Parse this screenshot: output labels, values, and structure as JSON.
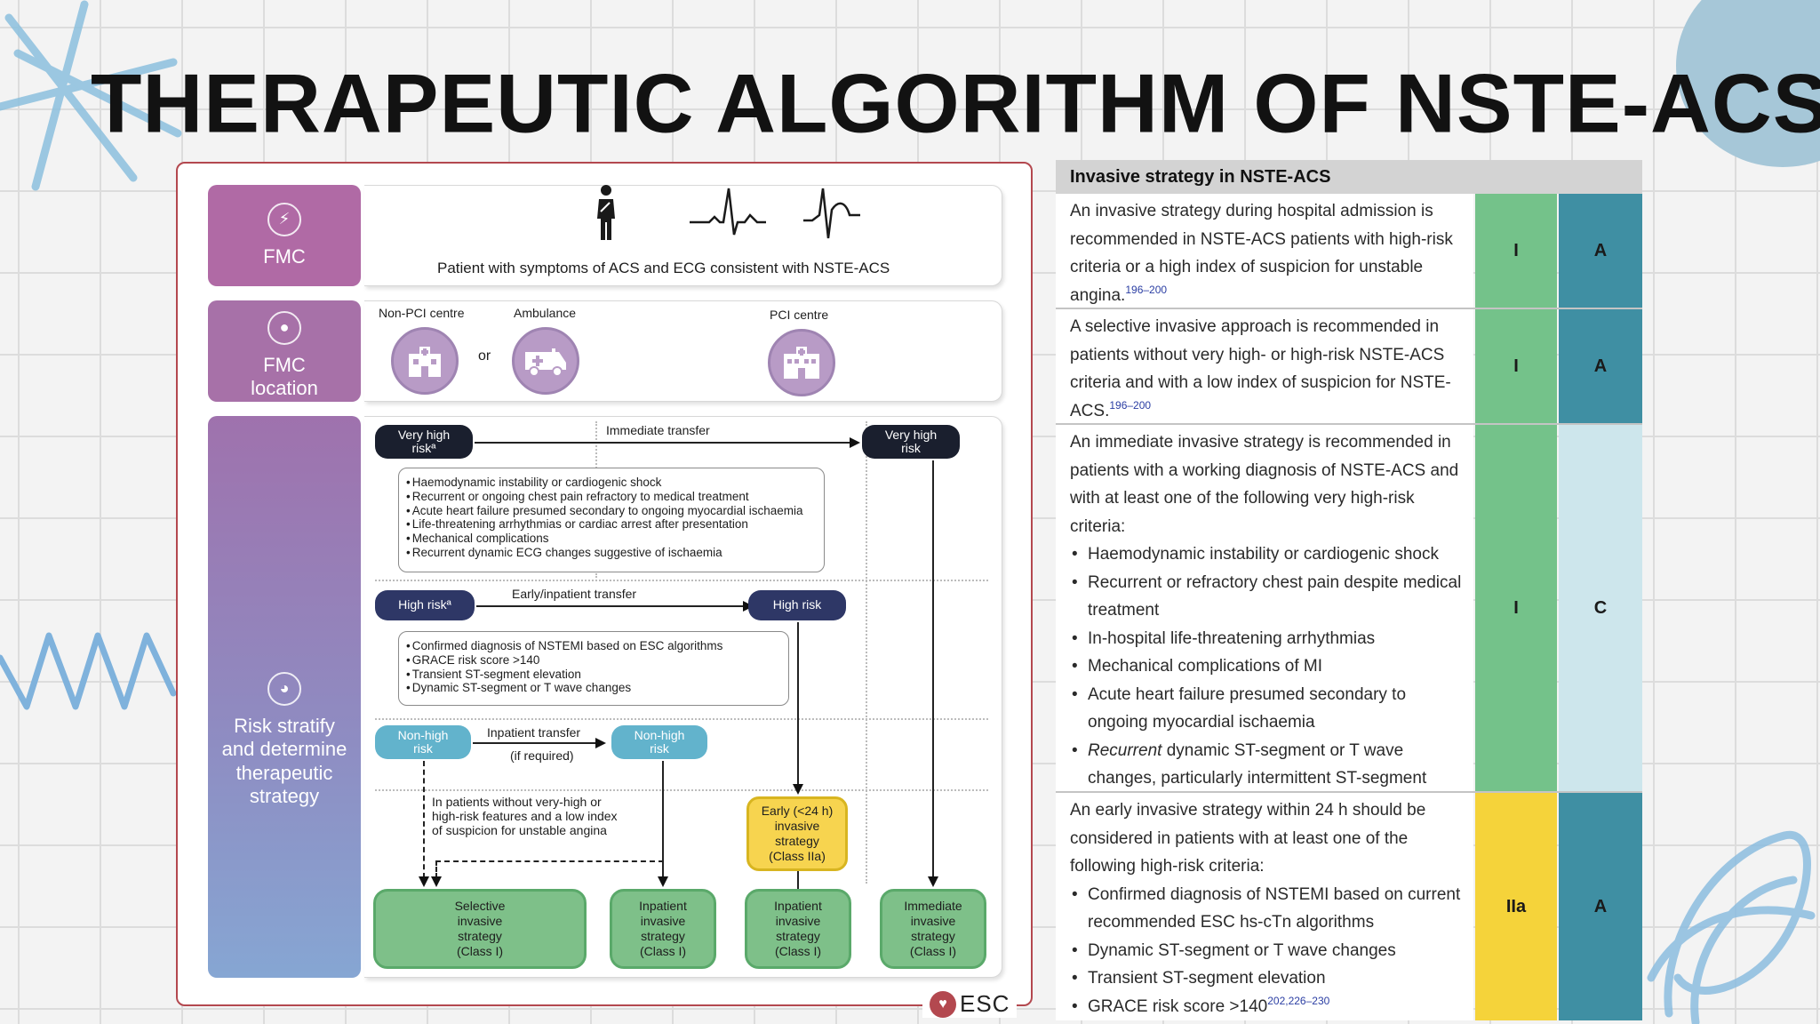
{
  "slide": {
    "title": "THERAPEUTIC ALGORITHM OF NSTE-ACS",
    "title_superscript": "6",
    "accent_colors": {
      "blue_decor": "#a6c7d8",
      "panel_border": "#b3484f"
    }
  },
  "flowchart": {
    "rows": {
      "fmc": {
        "label": "FMC",
        "icon": "lightning-icon"
      },
      "fmc_location": {
        "label_line1": "FMC",
        "label_line2": "location",
        "icon": "location-pin-icon"
      },
      "risk": {
        "label_line1": "Risk stratify",
        "label_line2": "and determine",
        "label_line3": "therapeutic",
        "label_line4": "strategy",
        "icon": "gauge-icon"
      }
    },
    "patient_text": "Patient with symptoms of ACS and ECG consistent with NSTE-ACS",
    "venues": {
      "non_pci": "Non-PCI centre",
      "ambulance": "Ambulance",
      "or": "or",
      "pci": "PCI centre"
    },
    "very_high": {
      "left_line1": "Very high",
      "left_line2": "riskª",
      "transfer": "Immediate transfer",
      "right_line1": "Very high",
      "right_line2": "risk",
      "criteria": [
        "Haemodynamic instability or cardiogenic shock",
        "Recurrent or ongoing chest pain refractory to medical treatment",
        "Acute heart failure presumed secondary to ongoing myocardial ischaemia",
        "Life-threatening arrhythmias or cardiac arrest after presentation",
        "Mechanical complications",
        "Recurrent dynamic ECG changes suggestive of ischaemia"
      ]
    },
    "high": {
      "left": "High riskª",
      "transfer": "Early/inpatient transfer",
      "right": "High risk",
      "criteria": [
        "Confirmed diagnosis of NSTEMI based on ESC algorithms",
        "GRACE risk score >140",
        "Transient ST-segment elevation",
        "Dynamic ST-segment or T wave changes"
      ]
    },
    "non_high": {
      "left_line1": "Non-high",
      "left_line2": "risk",
      "transfer_line1": "Inpatient transfer",
      "transfer_line2": "(if required)",
      "right_line1": "Non-high",
      "right_line2": "risk",
      "note_line1": "In patients without very-high or",
      "note_line2": "high-risk features and a low index",
      "note_line3": "of suspicion for unstable angina"
    },
    "early_box": {
      "l1": "Early (<24 h)",
      "l2": "invasive",
      "l3": "strategy",
      "l4": "(Class IIa)"
    },
    "outcomes": [
      {
        "l1": "Selective",
        "l2": "invasive",
        "l3": "strategy",
        "l4": "(Class I)"
      },
      {
        "l1": "Inpatient",
        "l2": "invasive",
        "l3": "strategy",
        "l4": "(Class I)"
      },
      {
        "l1": "Inpatient",
        "l2": "invasive",
        "l3": "strategy",
        "l4": "(Class I)"
      },
      {
        "l1": "Immediate",
        "l2": "invasive",
        "l3": "strategy",
        "l4": "(Class I)"
      }
    ],
    "logo": "ESC"
  },
  "recommendations": {
    "header": "Invasive strategy in NSTE-ACS",
    "rows": [
      {
        "text": "An invasive strategy during hospital admission is recommended in NSTE-ACS patients with high-risk criteria or a high index of suspicion for unstable angina.",
        "ref": "196–200",
        "class": "I",
        "level": "A",
        "class_color": "#74c28a",
        "level_color": "#3f8fa3"
      },
      {
        "text": "A selective invasive approach is recommended in patients without very high- or high-risk NSTE-ACS criteria and with a low index of suspicion for NSTE-ACS.",
        "ref": "196–200",
        "class": "I",
        "level": "A",
        "class_color": "#74c28a",
        "level_color": "#3f8fa3"
      },
      {
        "text": "An immediate invasive strategy is recommended in patients with a working diagnosis of NSTE-ACS and with at least one of the following very high-risk criteria:",
        "bullets": [
          "Haemodynamic instability or cardiogenic shock",
          "Recurrent or refractory chest pain despite medical treatment",
          "In-hospital life-threatening arrhythmias",
          "Mechanical complications of MI",
          "Acute heart failure presumed secondary to ongoing myocardial ischaemia"
        ],
        "last_bullet_em": "Recurrent",
        "last_bullet_rest": " dynamic ST-segment or T wave changes, particularly intermittent ST-segment elevation.",
        "class": "I",
        "level": "C",
        "class_color": "#74c28a",
        "level_color": "#cde6ec"
      },
      {
        "text": "An early invasive strategy within 24 h should be considered in patients with at least one of the following high-risk criteria:",
        "bullets": [
          "Confirmed diagnosis of NSTEMI based on current recommended ESC hs-cTn algorithms",
          "Dynamic ST-segment or T wave changes",
          "Transient ST-segment elevation",
          "GRACE risk score >140"
        ],
        "ref": "202,226–230",
        "class": "IIa",
        "level": "A",
        "class_color": "#f5d33a",
        "level_color": "#3f8fa3"
      }
    ]
  }
}
